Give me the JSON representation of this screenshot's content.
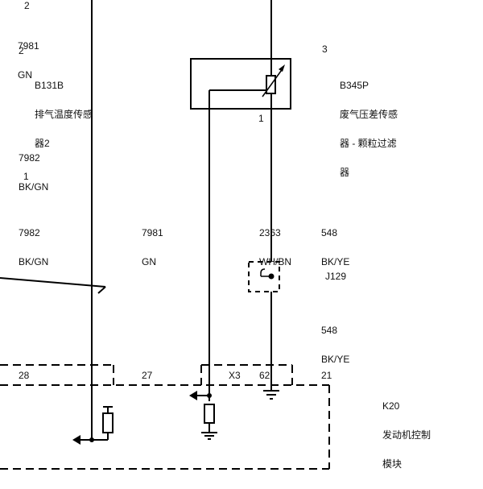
{
  "labels": {
    "top_pin": "2",
    "wire_7981_top_code": "7981",
    "wire_7981_top_color": "GN",
    "b131b_pin_top": "2",
    "b131b_id": "B131B",
    "b131b_name_1": "排气温度传感",
    "b131b_name_2": "器2",
    "wire_7982_a_code": "7982",
    "wire_7982_a_color": "BK/GN",
    "b131b_pin_bottom": "1",
    "wire_7982_b_code": "7982",
    "wire_7982_b_color": "BK/GN",
    "wire_7981_b_code": "7981",
    "wire_7981_b_color": "GN",
    "b345p_pin_top": "3",
    "b345p_id": "B345P",
    "b345p_name_1": "废气压差传感",
    "b345p_name_2": "器 - 颗粒过滤",
    "b345p_name_3": "器",
    "b345p_pin_bottom": "1",
    "wire_2363_code": "2363",
    "wire_2363_color": "WH/BN",
    "wire_548_a_code": "548",
    "wire_548_a_color": "BK/YE",
    "splice_j129": "J129",
    "wire_548_b_code": "548",
    "wire_548_b_color": "BK/YE",
    "k20_pin_28": "28",
    "k20_pin_27": "27",
    "connector_x3": "X3",
    "k20_pin_62": "62",
    "k20_pin_21": "21",
    "k20_id": "K20",
    "k20_name_1": "发动机控制",
    "k20_name_2": "模块"
  }
}
